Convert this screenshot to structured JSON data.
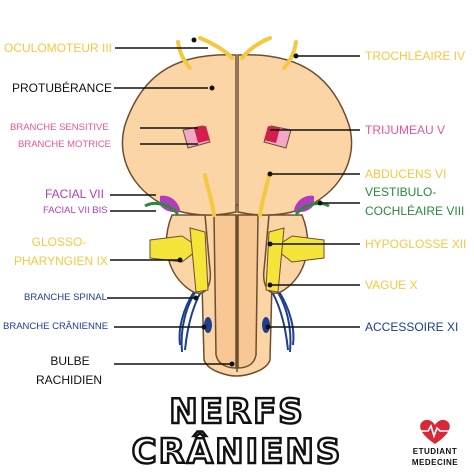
{
  "colors": {
    "yellow": "#f5c842",
    "black": "#111111",
    "pink": "#e8549a",
    "purple": "#b03dbd",
    "green": "#2a8a3a",
    "blue": "#1d3f8f",
    "skin": "#fbd5a6",
    "red": "#d62839"
  },
  "labels": {
    "oculomoteur": "OCULOMOTEUR III",
    "protuberance": "PROTUBÉRANCE",
    "branche_sensitive": "BRANCHE SENSITIVE",
    "branche_motrice": "BRANCHE MOTRICE",
    "facial": "FACIAL VII",
    "facial_bis": "FACIAL VII BIS",
    "glosso_1": "GLOSSO-",
    "glosso_2": "PHARYNGIEN IX",
    "branche_spinal": "BRANCHE SPINAL",
    "branche_cranienne": "BRANCHE CRÂNIENNE",
    "bulbe_1": "BULBE",
    "bulbe_2": "RACHIDIEN",
    "trochleaire": "TROCHLÉAIRE IV",
    "trijumeau": "TRIJUMEAU V",
    "abducens": "ABDUCENS VI",
    "vestibulo_1": "VESTIBULO-",
    "vestibulo_2": "COCHLÉAIRE VIII",
    "hypoglosse": "HYPOGLOSSE XII",
    "vague": "VAGUE X",
    "accessoire": "ACCESSOIRE XI"
  },
  "title": {
    "line1": "NERFS",
    "line2": "CRÂNIENS"
  },
  "logo": {
    "line1": "ETUDIANT",
    "line2": "MEDECINE"
  }
}
